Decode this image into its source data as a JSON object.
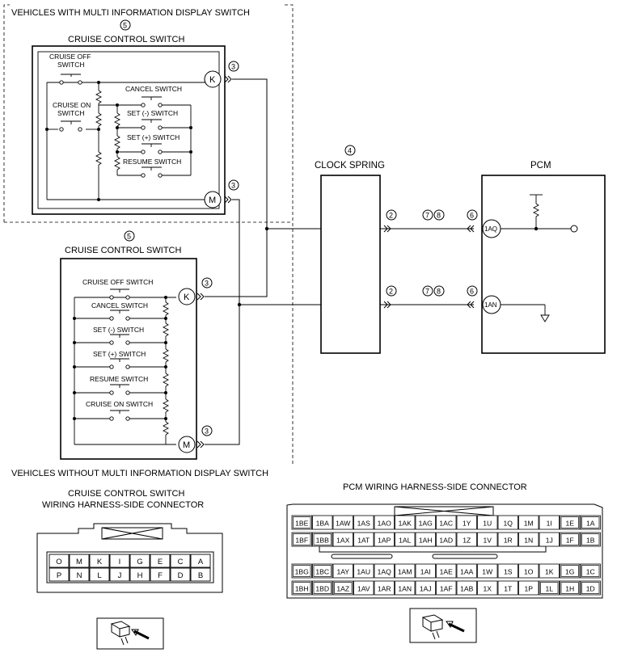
{
  "region_top": "VEHICLES WITH MULTI INFORMATION DISPLAY SWITCH",
  "region_bottom": "VEHICLES WITHOUT MULTI INFORMATION DISPLAY SWITCH",
  "ref_5": "5",
  "ref_4": "4",
  "ref_3": "3",
  "ref_2": "2",
  "ref_6": "6",
  "ref_7": "7",
  "ref_8": "8",
  "cruise_control_switch": "CRUISE CONTROL SWITCH",
  "clock_spring": "CLOCK SPRING",
  "pcm": "PCM",
  "pin_k": "K",
  "pin_m": "M",
  "pin_1aq": "1AQ",
  "pin_1an": "1AN",
  "top_switches": {
    "cruise_off_1": "CRUISE OFF",
    "cruise_off_2": "SWITCH",
    "cruise_on_1": "CRUISE ON",
    "cruise_on_2": "SWITCH",
    "cancel": "CANCEL SWITCH",
    "set_minus": "SET (-) SWITCH",
    "set_plus": "SET (+) SWITCH",
    "resume": "RESUME SWITCH"
  },
  "bottom_switches": {
    "cruise_off": "CRUISE OFF SWITCH",
    "cancel": "CANCEL SWITCH",
    "set_minus": "SET (-) SWITCH",
    "set_plus": "SET (+) SWITCH",
    "resume": "RESUME SWITCH",
    "cruise_on": "CRUISE ON SWITCH"
  },
  "ccs_connector": {
    "title_1": "CRUISE CONTROL SWITCH",
    "title_2": "WIRING HARNESS-SIDE CONNECTOR",
    "row1": [
      "O",
      "M",
      "K",
      "I",
      "G",
      "E",
      "C",
      "A"
    ],
    "row2": [
      "P",
      "N",
      "L",
      "J",
      "H",
      "F",
      "D",
      "B"
    ]
  },
  "pcm_connector": {
    "title": "PCM WIRING HARNESS-SIDE CONNECTOR",
    "row1": [
      "1BE",
      "1BA",
      "1AW",
      "1AS",
      "1AO",
      "1AK",
      "1AG",
      "1AC",
      "1Y",
      "1U",
      "1Q",
      "1M",
      "1I",
      "1E",
      "1A"
    ],
    "row2": [
      "1BF",
      "1BB",
      "1AX",
      "1AT",
      "1AP",
      "1AL",
      "1AH",
      "1AD",
      "1Z",
      "1V",
      "1R",
      "1N",
      "1J",
      "1F",
      "1B"
    ],
    "row3": [
      "1BG",
      "1BC",
      "1AY",
      "1AU",
      "1AQ",
      "1AM",
      "1AI",
      "1AE",
      "1AA",
      "1W",
      "1S",
      "1O",
      "1K",
      "1G",
      "1C"
    ],
    "row4": [
      "1BH",
      "1BD",
      "1AZ",
      "1AV",
      "1AR",
      "1AN",
      "1AJ",
      "1AF",
      "1AB",
      "1X",
      "1T",
      "1P",
      "1L",
      "1H",
      "1D"
    ]
  }
}
